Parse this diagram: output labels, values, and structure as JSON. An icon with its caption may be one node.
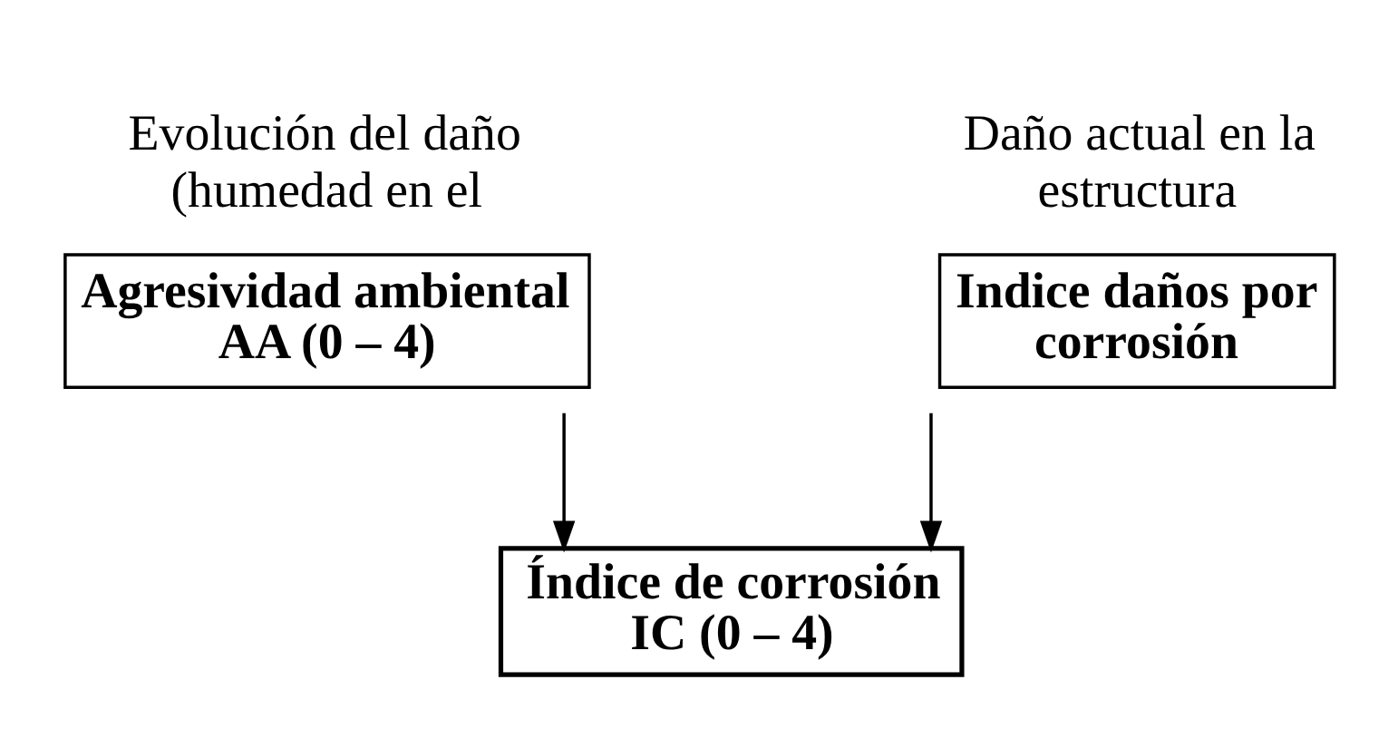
{
  "diagram": {
    "nodes": [
      {
        "text": [
          "Evolución del daño (humedad en el",
          "Agresividad ambiental AA (0 – 4)"
        ]
      },
      {
        "text": [
          "Daño actual en la estructura",
          "Indice daños por corrosión"
        ]
      },
      {
        "text": [
          "Índice de corrosión IC (0 – 4)"
        ]
      }
    ],
    "edges": [
      {
        "from": 0,
        "to": 2,
        "arrow": "to"
      },
      {
        "from": 1,
        "to": 2,
        "arrow": "to"
      }
    ]
  }
}
